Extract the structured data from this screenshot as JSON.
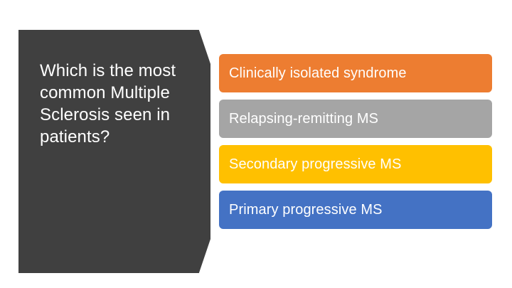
{
  "slide": {
    "question": "Which is the most common Multiple Sclerosis seen in patients?",
    "answers": [
      {
        "label": "Clinically isolated syndrome",
        "color": "#ed7d31"
      },
      {
        "label": "Relapsing-remitting MS",
        "color": "#a5a5a5"
      },
      {
        "label": "Secondary progressive MS",
        "color": "#ffc000"
      },
      {
        "label": "Primary progressive MS",
        "color": "#4472c4"
      }
    ],
    "panel_color": "#404040",
    "background_color": "#ffffff",
    "text_color": "#ffffff"
  }
}
